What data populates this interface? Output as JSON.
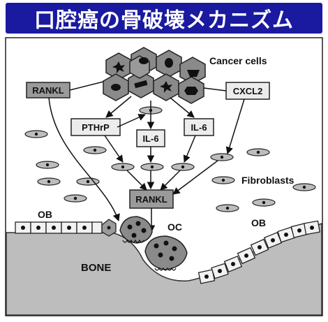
{
  "title": "口腔癌の骨破壊メカニズム",
  "colors": {
    "title_bg": "#1a1aa0",
    "title_fg": "#ffffff",
    "bone": "#bdbdbd",
    "cell": "#8a8a8a",
    "box_light": "#ececec",
    "box_dark": "#9a9a9a"
  },
  "labels": {
    "cancer_cells": "Cancer cells",
    "rankl_left": "RANKL",
    "cxcl2": "CXCL2",
    "pthrp": "PTHrP",
    "il6_center": "IL-6",
    "il6_right": "IL-6",
    "rankl_center": "RANKL",
    "fibroblasts": "Fibroblasts",
    "ob_left": "OB",
    "oc": "OC",
    "ob_right": "OB",
    "bone": "BONE"
  }
}
